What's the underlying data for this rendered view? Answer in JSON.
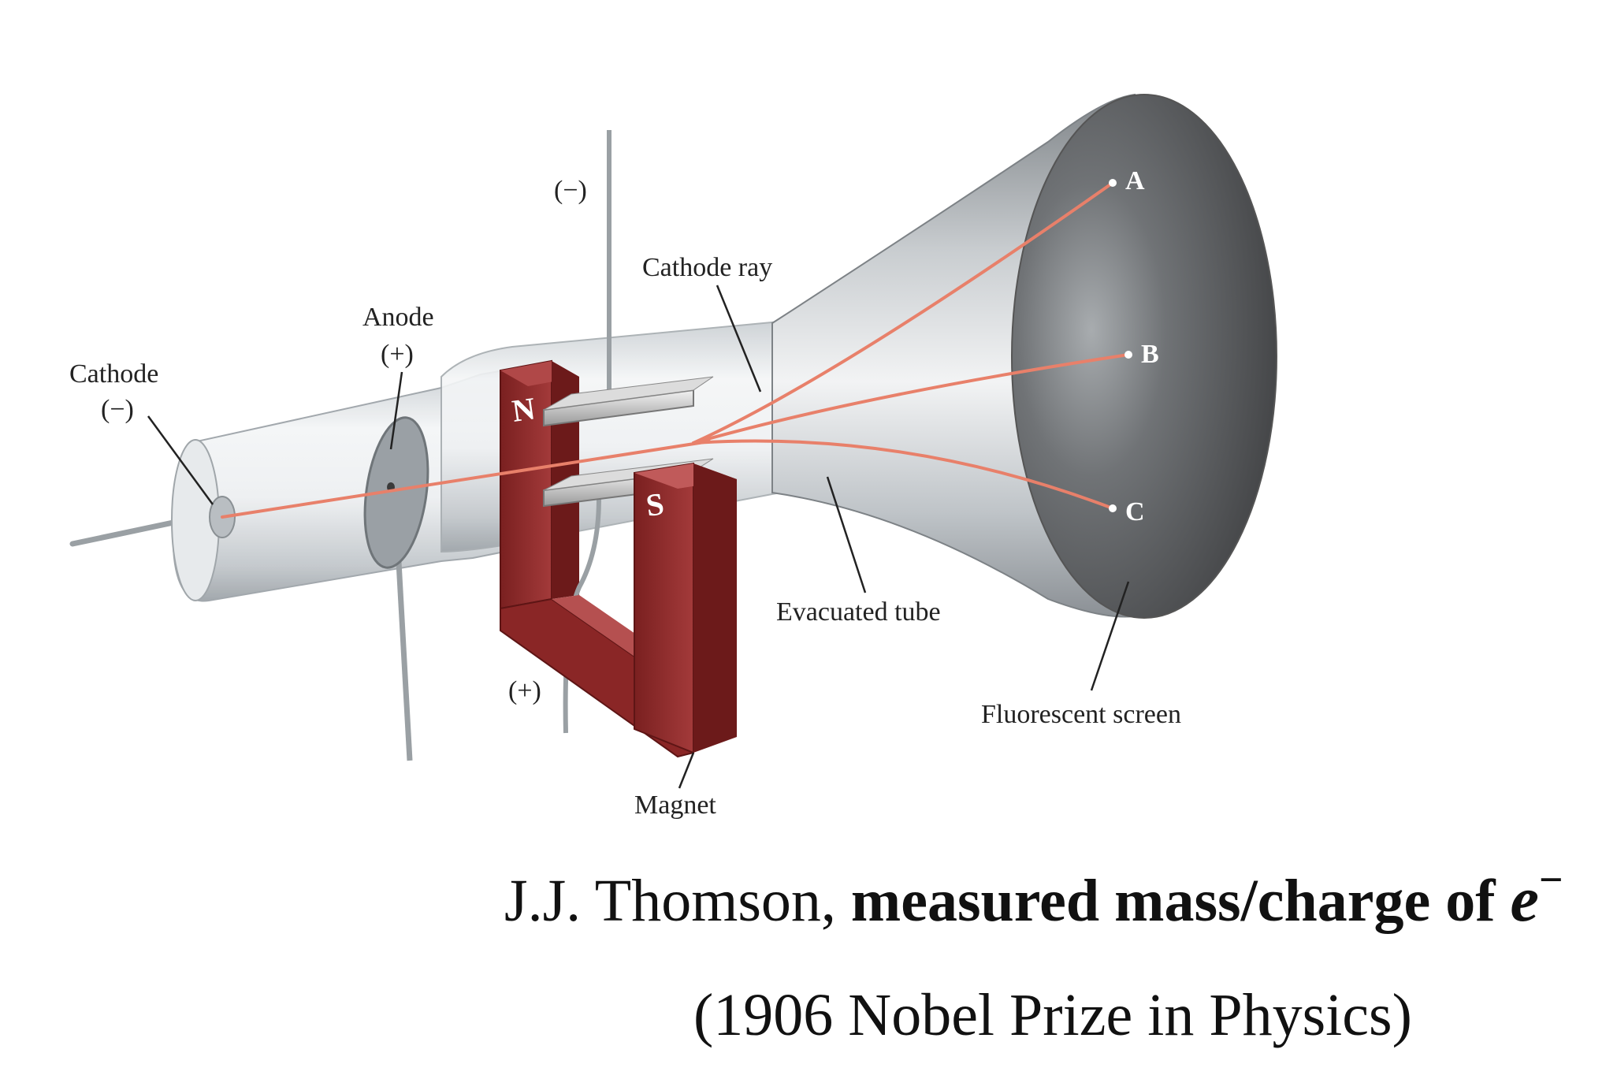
{
  "diagram": {
    "labels": {
      "cathode": "Cathode",
      "cathode_sign": "(−)",
      "anode": "Anode",
      "anode_sign": "(+)",
      "top_plate_sign": "(−)",
      "bottom_plate_sign": "(+)",
      "cathode_ray": "Cathode ray",
      "evacuated_tube": "Evacuated tube",
      "fluorescent_screen": "Fluorescent screen",
      "magnet": "Magnet",
      "pole_n": "N",
      "pole_s": "S",
      "point_a": "A",
      "point_b": "B",
      "point_c": "C"
    },
    "colors": {
      "magnet": "#8e2a2a",
      "ray": "#e8806a",
      "glass": "#d9dde0",
      "screen": "#5c5c5c"
    }
  },
  "caption": {
    "line1_prefix": "J.J. Thomson, ",
    "line1_bold": "measured mass/charge of ",
    "symbol": "e",
    "symbol_sup": "−",
    "line2": "(1906 Nobel Prize in Physics)"
  }
}
